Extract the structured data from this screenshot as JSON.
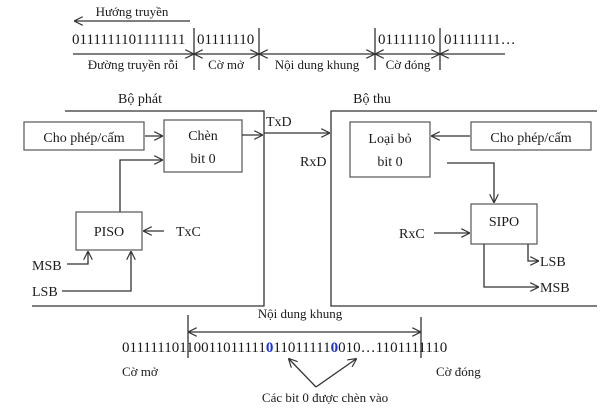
{
  "top": {
    "direction_label": "Hướng truyền",
    "bits_idle": "0111111101111111",
    "bits_open_flag": "01111110",
    "bits_close_flag": "01111110",
    "bits_after": "01111111…",
    "labels": {
      "idle": "Đường truyền rỗi",
      "open_flag": "Cờ mở",
      "content": "Nội dung khung",
      "close_flag": "Cờ đóng"
    }
  },
  "transmitter": {
    "title": "Bộ phát",
    "enable_box": "Cho phép/cấm",
    "insert_box_line1": "Chèn",
    "insert_box_line2": "bit 0",
    "piso": "PISO",
    "clock": "TxC",
    "msb": "MSB",
    "lsb": "LSB",
    "txd": "TxD"
  },
  "receiver": {
    "title": "Bộ thu",
    "remove_box_line1": "Loại bỏ",
    "remove_box_line2": "bit 0",
    "enable_box": "Cho phép/cấm",
    "sipo": "SIPO",
    "clock": "RxC",
    "lsb": "LSB",
    "msb": "MSB",
    "rxd": "RxD"
  },
  "bottom": {
    "content_label": "Nội dung khung",
    "open_flag_bits": "01111110",
    "seg1": "110011011111",
    "inserted1": "0",
    "seg2": "11011111",
    "inserted2": "0",
    "seg3": "010…11",
    "close_flag_bits": "01111110",
    "open_flag_label": "Cờ mở",
    "close_flag_label": "Cờ đóng",
    "inserted_label": "Các bit 0 được chèn vào"
  }
}
